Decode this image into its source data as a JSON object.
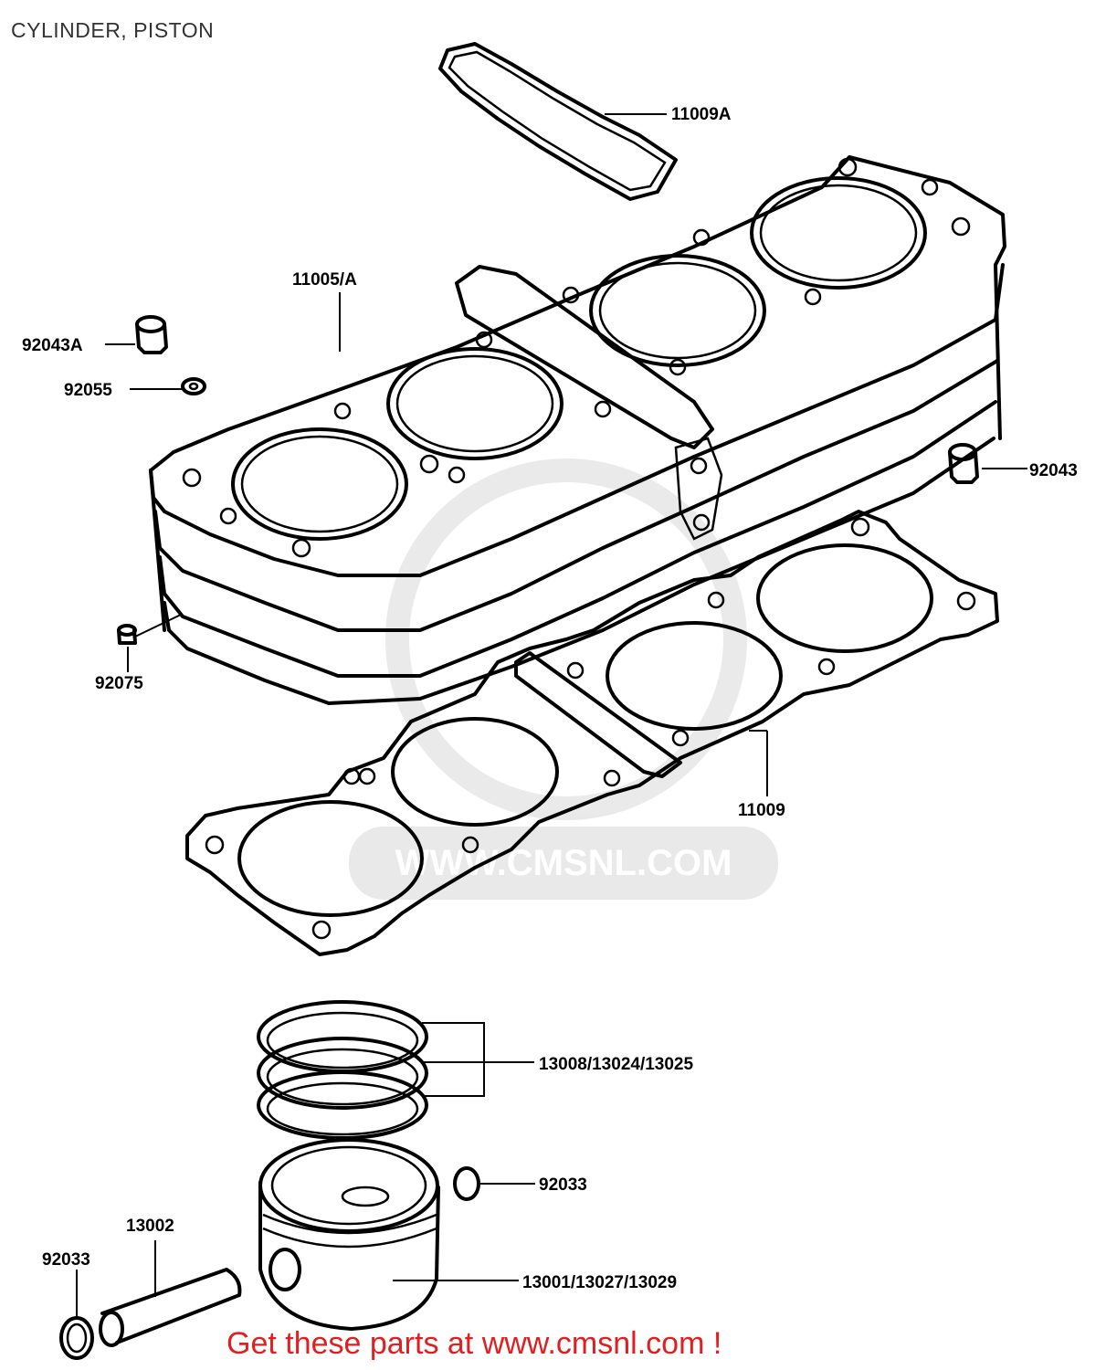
{
  "page": {
    "title": "CYLINDER, PISTON",
    "footer_link": "Get these parts at www.cmsnl.com !"
  },
  "watermark": {
    "text": "WWW.CMSNL.COM"
  },
  "parts": [
    {
      "id": "gasket-head-cover",
      "label": "11009A"
    },
    {
      "id": "cylinder-block",
      "label": "11005/A"
    },
    {
      "id": "dowel-pin-a",
      "label": "92043A"
    },
    {
      "id": "washer",
      "label": "92055"
    },
    {
      "id": "dowel-pin",
      "label": "92043"
    },
    {
      "id": "plug",
      "label": "92075"
    },
    {
      "id": "base-gasket",
      "label": "11009"
    },
    {
      "id": "piston-rings",
      "label": "13008/13024/13025"
    },
    {
      "id": "circlip-right",
      "label": "92033"
    },
    {
      "id": "piston-pin",
      "label": "13002"
    },
    {
      "id": "circlip-left",
      "label": "92033"
    },
    {
      "id": "piston",
      "label": "13001/13027/13029"
    }
  ]
}
